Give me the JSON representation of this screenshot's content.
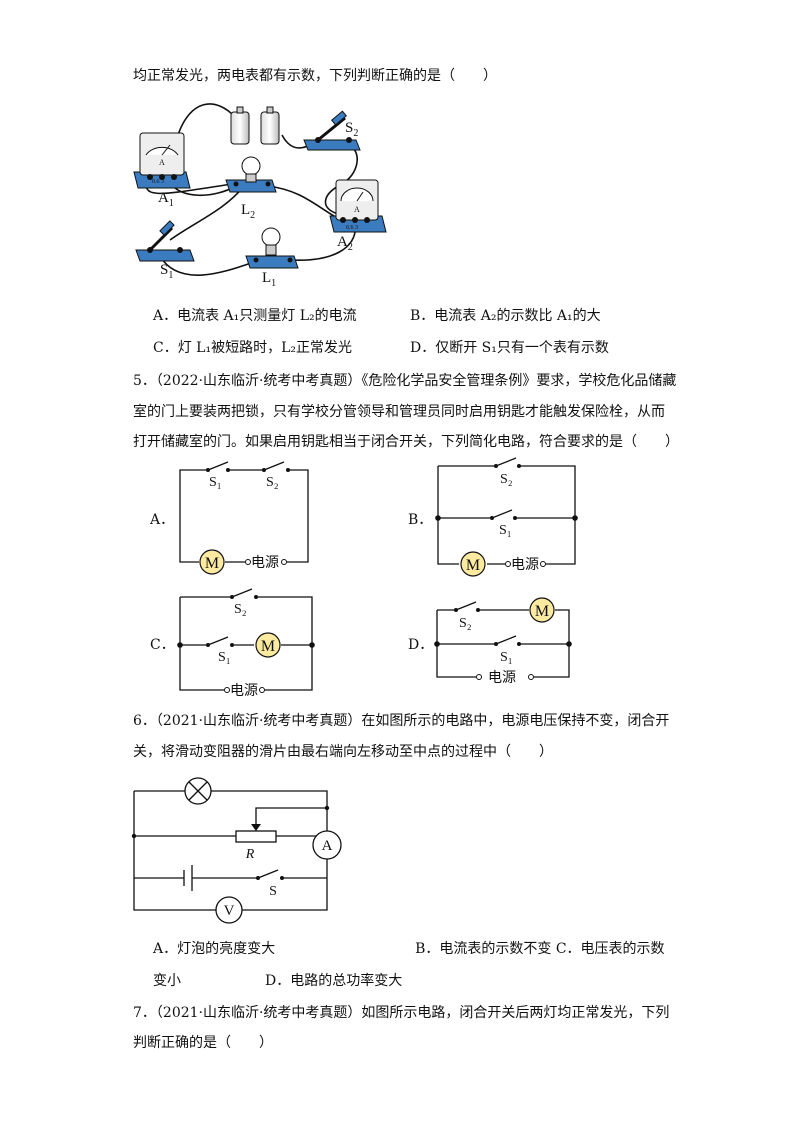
{
  "q4": {
    "stem_tail": "均正常发光，两电表都有示数，下列判断正确的是（　　）",
    "figure": {
      "meter_letter": "A",
      "meter_scale": "0.6 3",
      "labels": [
        "S2",
        "A1",
        "L2",
        "A2",
        "S1",
        "L1"
      ]
    },
    "options": [
      "A．电流表 A₁只测量灯 L₂的电流",
      "B．电流表 A₂的示数比 A₁的大",
      "C．灯 L₁被短路时，L₂正常发光",
      "D．仅断开 S₁只有一个表有示数"
    ]
  },
  "q5": {
    "stem_lines": [
      "5．（2022·山东临沂·统考中考真题）《危险化学品安全管理条例》要求，学校危化品储藏",
      "室的门上要装两把锁，只有学校分管领导和管理员同时启用钥匙才能触发保险栓，从而",
      "打开储藏室的门。如果启用钥匙相当于闭合开关，下列简化电路，符合要求的是（　　）"
    ],
    "option_letters": [
      "A．",
      "B．",
      "C．",
      "D．"
    ],
    "labels": {
      "s1": "S₁",
      "s2": "S₂",
      "motor": "M",
      "power": "电源"
    }
  },
  "q6": {
    "stem_lines": [
      "6．（2021·山东临沂·统考中考真题）在如图所示的电路中，电源电压保持不变，闭合开",
      "关，将滑动变阻器的滑片由最右端向左移动至中点的过程中（　　）"
    ],
    "labels": {
      "resistor": "R",
      "ammeter": "A",
      "voltmeter": "V",
      "switch": "S"
    },
    "options_line1": "A．灯泡的亮度变大　　　　　　　　　　B．电流表的示数不变 C．电压表的示数",
    "options_line2": "变小　　　　　　D．电路的总功率变大"
  },
  "q7": {
    "stem_lines": [
      "7．（2021·山东临沂·统考中考真题）如图所示电路，闭合开关后两灯均正常发光，下列",
      "判断正确的是（　　）"
    ]
  }
}
